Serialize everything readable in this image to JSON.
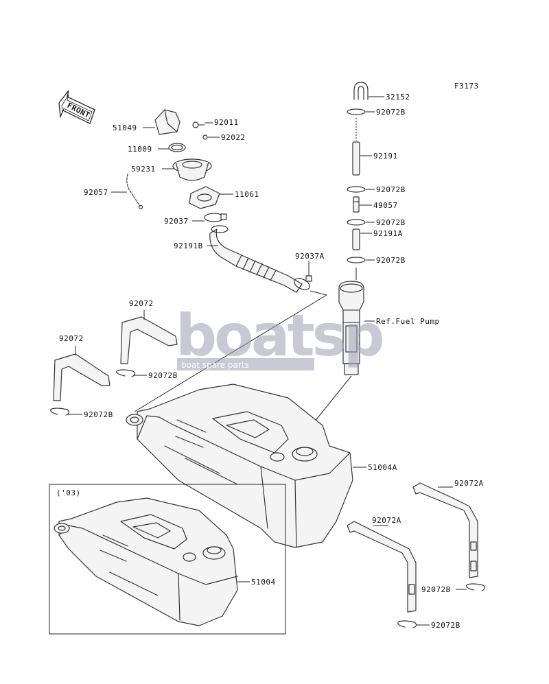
{
  "diagram_code": "F3173",
  "front_label": "FRONT",
  "year_note": "('03)",
  "watermark": {
    "brand": "boatsp",
    "tagline": "boat spare parts"
  },
  "labels": {
    "p32152": "32152",
    "p92072B_1": "92072B",
    "p92191": "92191",
    "p92072B_2": "92072B",
    "p49057": "49057",
    "p92072B_3": "92072B",
    "p92191A": "92191A",
    "p92072B_4": "92072B",
    "pFuelPump": "Ref.Fuel Pump",
    "p51049": "51049",
    "p92011": "92011",
    "p92022": "92022",
    "p11009": "11009",
    "p59231": "59231",
    "p92057": "92057",
    "p11061": "11061",
    "p92037": "92037",
    "p92191B": "92191B",
    "p92037A": "92037A",
    "p92072_a": "92072",
    "p92072_b": "92072",
    "p92072B_5": "92072B",
    "p92072B_6": "92072B",
    "p51004A": "51004A",
    "p92072A_1": "92072A",
    "p92072A_2": "92072A",
    "p92072B_7": "92072B",
    "p92072B_8": "92072B",
    "p51004": "51004"
  }
}
